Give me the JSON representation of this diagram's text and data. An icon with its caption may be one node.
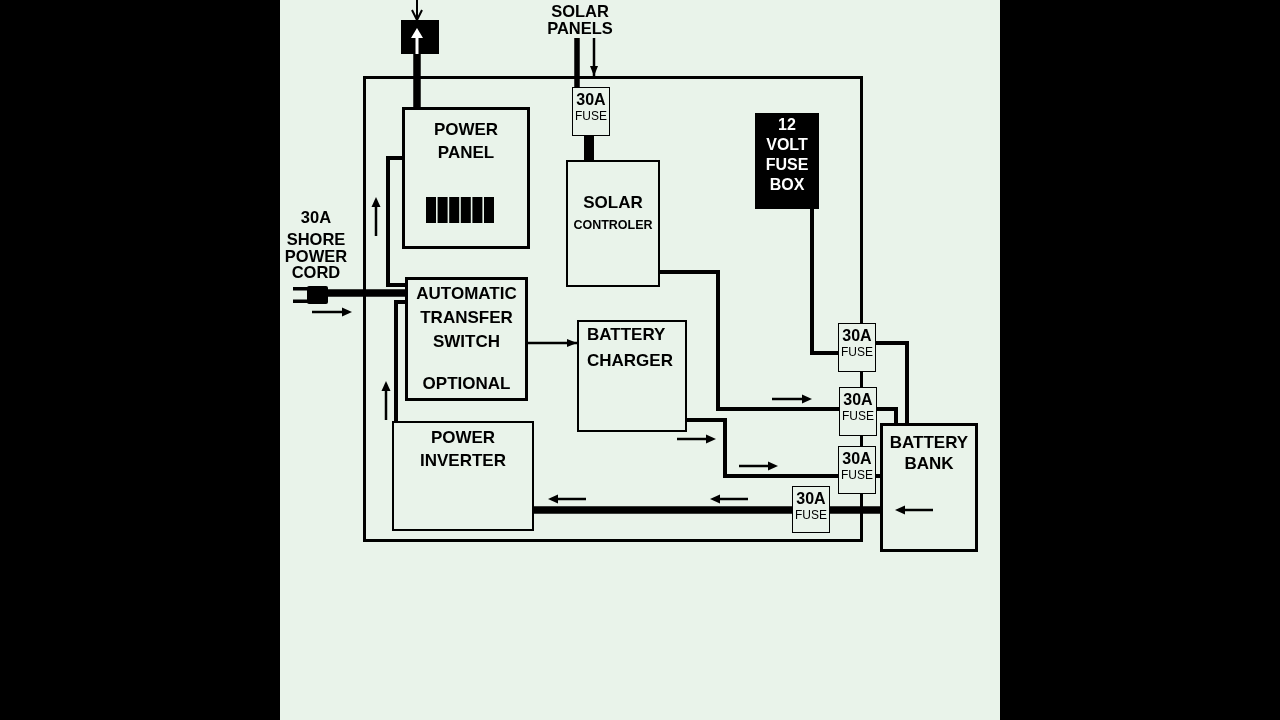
{
  "diagram": {
    "nodes": [
      {
        "text": [],
        "shape": "box"
      },
      {
        "text": [
          "SOLAR PANELS"
        ]
      },
      {
        "text": [],
        "shape": "box"
      },
      {
        "text": [
          "30A",
          "FUSE"
        ],
        "in": 2
      },
      {
        "text": [
          "POWER PANEL"
        ],
        "in": 2
      },
      {
        "text": [
          "12 VOLT FUSE BOX"
        ],
        "in": 2
      },
      {
        "text": [
          "SOLAR",
          "CONTROLER"
        ],
        "in": 2
      },
      {
        "text": [],
        "shape": "picture",
        "beside": [
          "30A",
          "SHORE POWER CORD"
        ]
      },
      {
        "text": [
          "AUTOMATIC TRANSFER SWITCH",
          "OPTIONAL"
        ],
        "in": 2
      },
      {
        "text": [
          "30A",
          "FUSE"
        ]
      },
      {
        "text": [
          "BATTERY CHARGER"
        ],
        "in": 2
      },
      {
        "text": [
          "30A",
          "FUSE"
        ]
      },
      {
        "text": [
          "BATTERY BANK"
        ]
      },
      {
        "text": [
          "POWER INVERTER"
        ],
        "in": 2
      },
      {
        "text": [
          "30A",
          "FUSE"
        ]
      },
      {
        "text": [
          "30A",
          "FUSE"
        ],
        "in": 2
      }
    ],
    "edges": [
      {
        "from": 4,
        "to": 0,
        "arrow": "none",
        "style": "thick"
      },
      {
        "from": null,
        "to": 0,
        "arrow": "to"
      },
      {
        "from": 1,
        "to": 3,
        "arrow": "none"
      },
      {
        "from": 3,
        "to": 6,
        "arrow": "none",
        "style": "thick"
      },
      {
        "from": 6,
        "to": 11,
        "arrow": "none"
      },
      {
        "from": 11,
        "to": 12,
        "arrow": "none"
      },
      {
        "from": 5,
        "to": 9,
        "arrow": "none"
      },
      {
        "from": 9,
        "to": 12,
        "arrow": "none"
      },
      {
        "from": 10,
        "to": 14,
        "arrow": "none"
      },
      {
        "from": 14,
        "to": 12,
        "arrow": "none"
      },
      {
        "from": 12,
        "to": 15,
        "arrow": "none",
        "style": "thick"
      },
      {
        "from": 15,
        "to": 13,
        "arrow": "none",
        "style": "thick"
      },
      {
        "from": 7,
        "to": 8,
        "arrow": "none",
        "style": "thick"
      },
      {
        "from": 8,
        "to": 4,
        "arrow": "none"
      },
      {
        "from": 13,
        "to": 8,
        "arrow": "none"
      },
      {
        "from": 8,
        "to": 10,
        "arrow": "to"
      },
      {
        "from": 1,
        "to": 2,
        "arrow": "to"
      }
    ]
  }
}
